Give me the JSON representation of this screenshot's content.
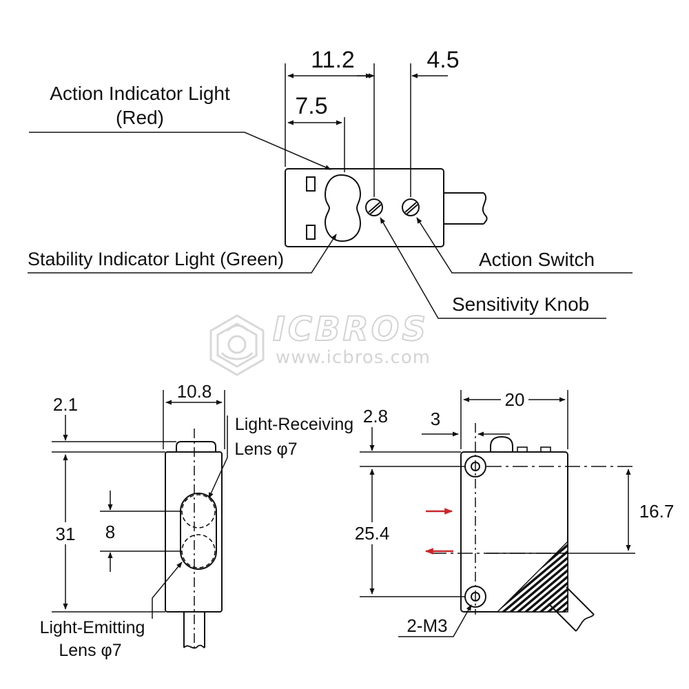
{
  "colors": {
    "line": "#111111",
    "arrow_red": "#c8262c",
    "watermark": "#d6d6d6"
  },
  "top_view": {
    "labels": {
      "action_indicator_line1": "Action Indicator Light",
      "action_indicator_line2": "(Red)",
      "stability_indicator": "Stability Indicator Light (Green)",
      "action_switch": "Action Switch",
      "sensitivity_knob": "Sensitivity Knob"
    },
    "dimensions": {
      "d1": "11.2",
      "d2": "4.5",
      "d3": "7.5"
    }
  },
  "watermark": {
    "brand": "ICBROS",
    "url": "www.icbros.com",
    "logo_icon": "icbros-logo-icon"
  },
  "front_view": {
    "labels": {
      "receiving_line1": "Light-Receiving",
      "receiving_line2": "Lens φ7",
      "emitting_line1": "Light-Emitting",
      "emitting_line2": "Lens φ7"
    },
    "dimensions": {
      "width": "10.8",
      "top": "2.1",
      "height": "31",
      "lens_pitch": "8"
    }
  },
  "side_view": {
    "labels": {
      "mount_holes": "2-M3"
    },
    "dimensions": {
      "width": "20",
      "top": "2.8",
      "hole_offset": "3",
      "body_height": "25.4",
      "hole_pitch": "16.7"
    }
  }
}
